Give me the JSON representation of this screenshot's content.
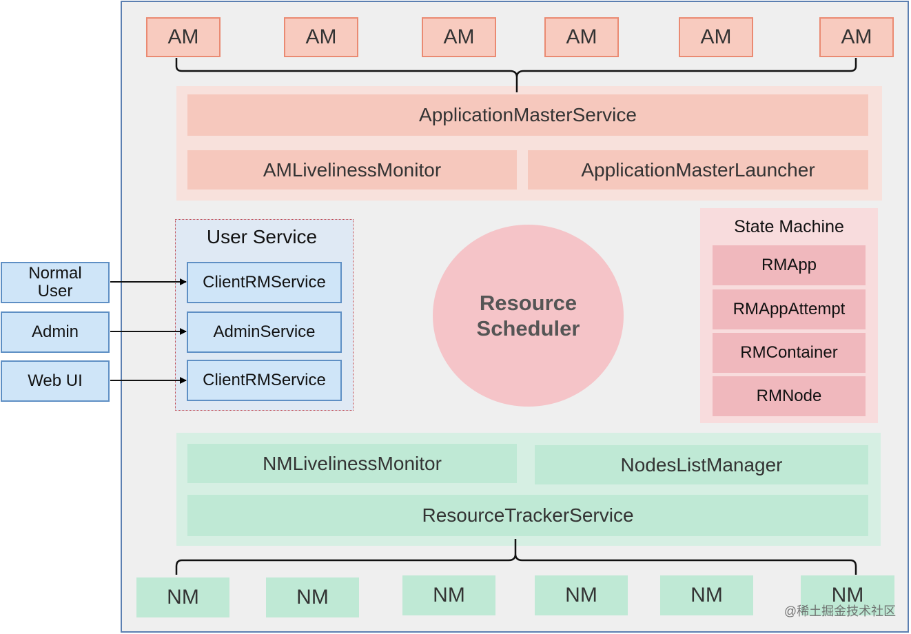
{
  "application_masters": [
    "AM",
    "AM",
    "AM",
    "AM",
    "AM",
    "AM"
  ],
  "am_services": {
    "application_master_service": "ApplicationMasterService",
    "am_liveliness_monitor": "AMLivelinessMonitor",
    "application_master_launcher": "ApplicationMasterLauncher"
  },
  "user_service": {
    "title": "User Service",
    "services": [
      "ClientRMService",
      "AdminService",
      "ClientRMService"
    ]
  },
  "clients": [
    {
      "line1": "Normal",
      "line2": "User"
    },
    {
      "line1": "Admin",
      "line2": ""
    },
    {
      "line1": "Web UI",
      "line2": ""
    }
  ],
  "scheduler": {
    "line1": "Resource",
    "line2": "Scheduler"
  },
  "state_machine": {
    "title": "State Machine",
    "items": [
      "RMApp",
      "RMAppAttempt",
      "RMContainer",
      "RMNode"
    ]
  },
  "nm_services": {
    "nm_liveliness_monitor": "NMLivelinessMonitor",
    "nodes_list_manager": "NodesListManager",
    "resource_tracker_service": "ResourceTrackerService"
  },
  "node_managers": [
    "NM",
    "NM",
    "NM",
    "NM",
    "NM",
    "NM"
  ],
  "watermark": "@稀土掘金技术社区",
  "colors": {
    "frame_border": "#5b7fb1",
    "am_fill": "#f8cbbf",
    "nm_fill": "#bfe9d5",
    "user_service_fill": "#cfe5f8",
    "scheduler_fill": "#f5c4c8",
    "state_machine_fill": "#f0b8bd"
  }
}
